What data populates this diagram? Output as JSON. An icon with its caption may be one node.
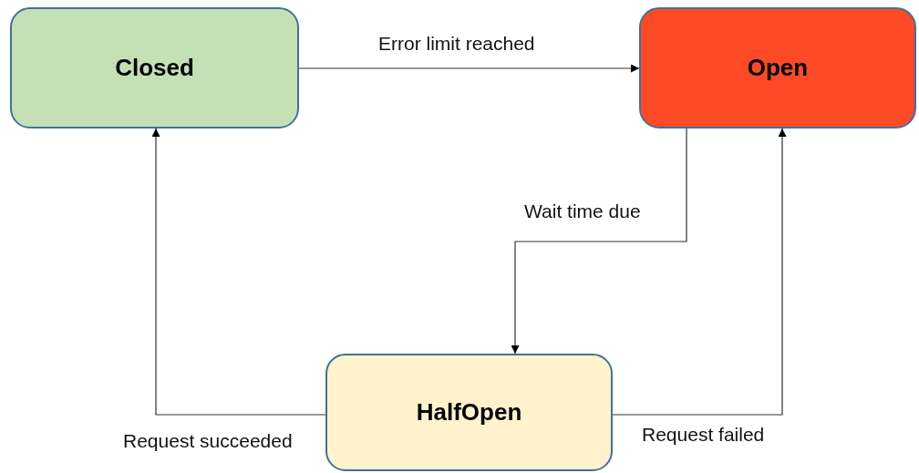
{
  "diagram": {
    "nodes": [
      {
        "text": [
          "Closed"
        ]
      },
      {
        "text": [
          "Open"
        ]
      },
      {
        "text": [
          "HalfOpen"
        ]
      }
    ],
    "edges": [
      {
        "from": 0,
        "to": 1,
        "arrow": "to",
        "label": "Error limit reached"
      },
      {
        "from": 1,
        "to": 2,
        "arrow": "to",
        "label": "Wait time due"
      },
      {
        "from": 2,
        "to": 0,
        "arrow": "to",
        "label": "Request succeeded"
      },
      {
        "from": 2,
        "to": 1,
        "arrow": "to",
        "label": "Request failed"
      }
    ]
  }
}
